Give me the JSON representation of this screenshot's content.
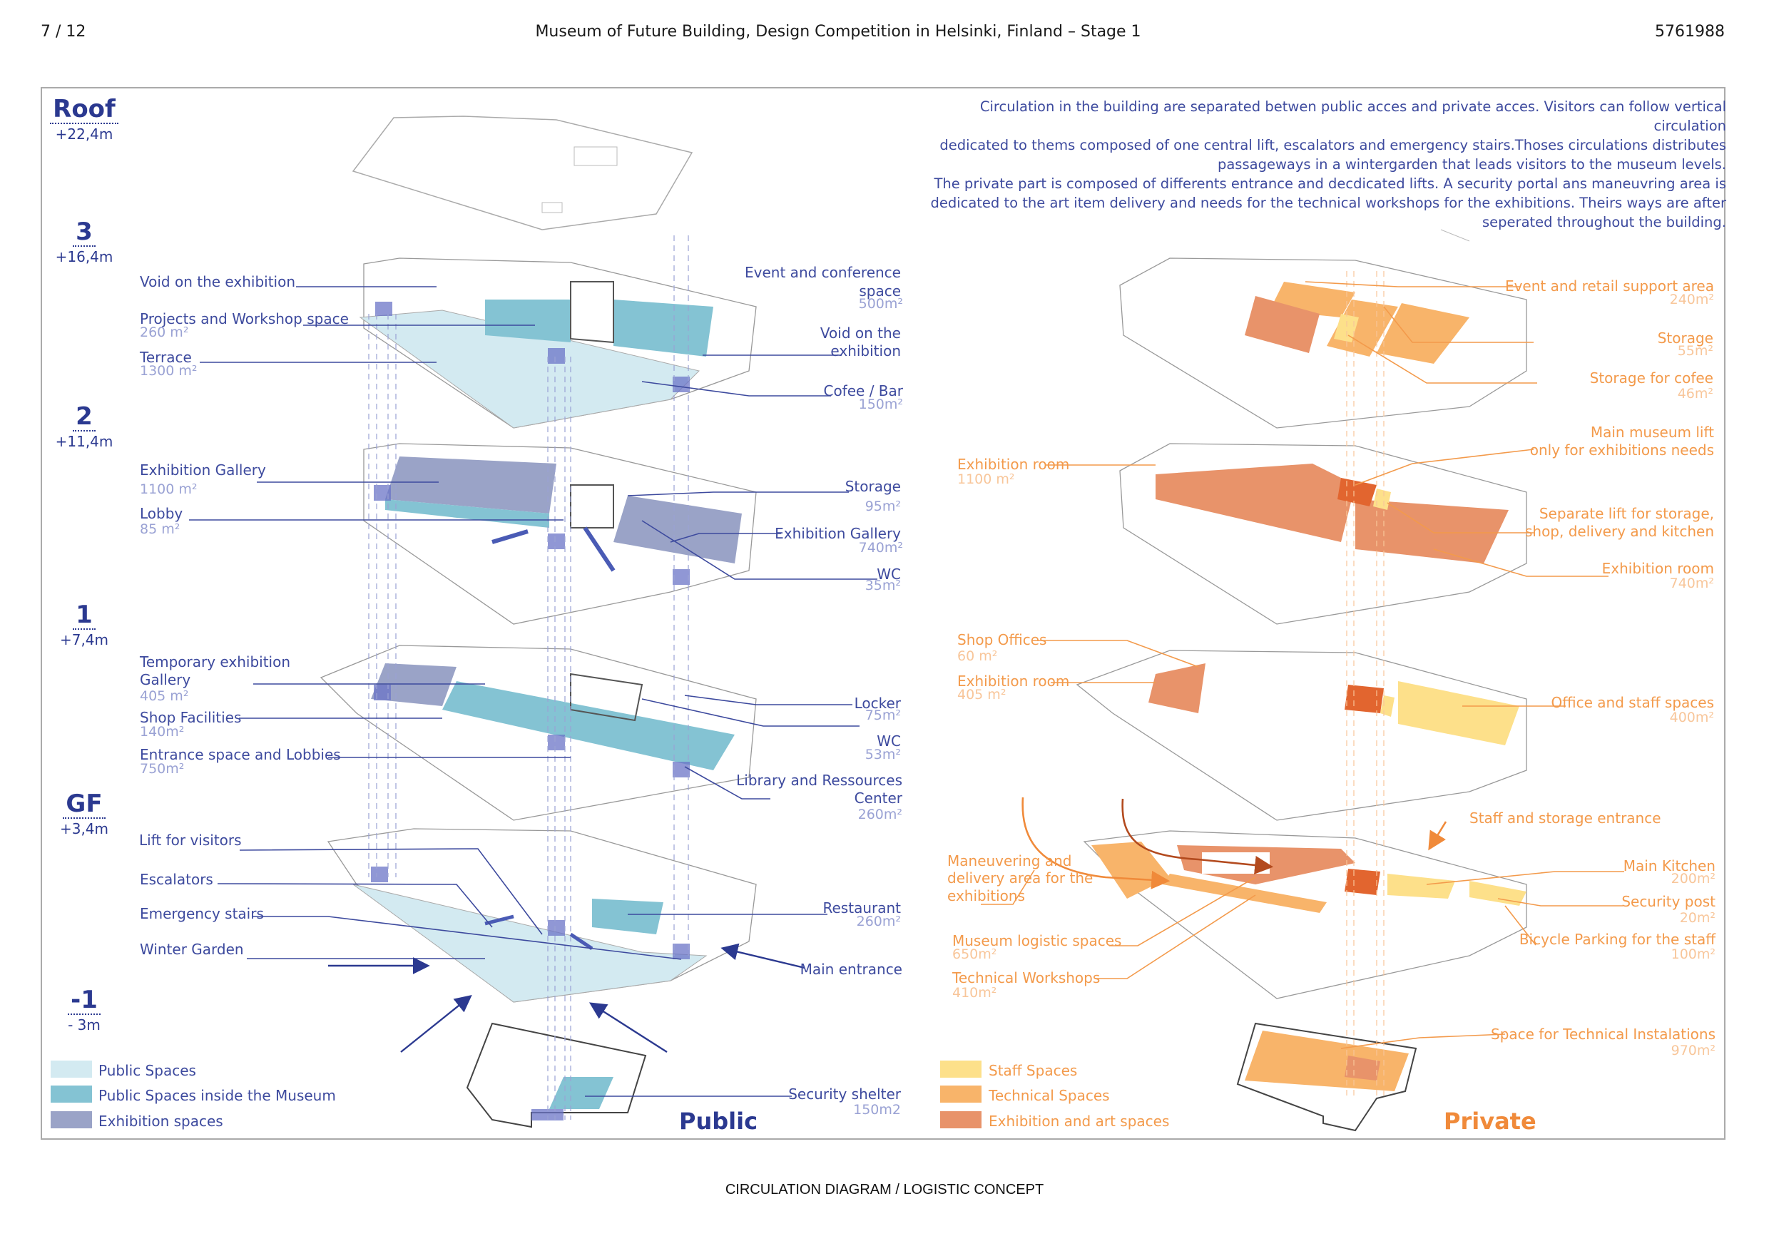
{
  "header": {
    "page": "7 / 12",
    "title": "Museum of Future Building, Design Competition in Helsinki, Finland – Stage 1",
    "id": "5761988"
  },
  "description": [
    "Circulation in the building are separated betwen public acces and private acces. Visitors can follow vertical circulation",
    "dedicated to thems composed of one central lift, escalators and  emergency stairs.Thoses circulations distributes",
    "passageways in a wintergarden  that leads visitors to the museum levels.",
    "The  private part is composed of differents entrance and decdicated lifts. A security portal ans maneuvring area is",
    "dedicated to the art item delivery and needs for the technical workshops for the exhibitions. Theirs ways are after",
    "seperated  throughout the  building."
  ],
  "levels": [
    {
      "name": "Roof",
      "elevation": "+22,4m"
    },
    {
      "name": "3",
      "elevation": "+16,4m"
    },
    {
      "name": "2",
      "elevation": "+11,4m"
    },
    {
      "name": "1",
      "elevation": "+7,4m"
    },
    {
      "name": "GF",
      "elevation": "+3,4m"
    },
    {
      "name": "-1",
      "elevation": "- 3m"
    }
  ],
  "public": {
    "title": "Public",
    "labels_left": [
      {
        "name": "Void on the exhibition",
        "area": ""
      },
      {
        "name": "Projects and Workshop space",
        "area": "260 m²"
      },
      {
        "name": "Terrace",
        "area": "1300 m²"
      },
      {
        "name": "Exhibition Gallery",
        "area": "1100 m²"
      },
      {
        "name": "Lobby",
        "area": "85 m²"
      },
      {
        "name": "Temporary exhibition",
        "name2": "Gallery",
        "area": "405 m²"
      },
      {
        "name": "Shop Facilities",
        "area": "140m²"
      },
      {
        "name": "Entrance space and Lobbies",
        "area": "750m²"
      },
      {
        "name": "Lift for visitors",
        "area": ""
      },
      {
        "name": "Escalators",
        "area": ""
      },
      {
        "name": "Emergency stairs",
        "area": ""
      },
      {
        "name": "Winter Garden",
        "area": ""
      }
    ],
    "labels_right": [
      {
        "name": "Event and conference",
        "name2": "space",
        "area": "500m²"
      },
      {
        "name": "Void on the",
        "name2": "exhibition",
        "area": ""
      },
      {
        "name": "Cofee / Bar",
        "area": "150m²"
      },
      {
        "name": "Storage",
        "area": "95m²"
      },
      {
        "name": "Exhibition Gallery",
        "area": "740m²"
      },
      {
        "name": "WC",
        "area": "35m²"
      },
      {
        "name": "Locker",
        "area": "75m²"
      },
      {
        "name": "WC",
        "area": "53m²"
      },
      {
        "name": "Library and Ressources",
        "name2": "Center",
        "area": "260m²"
      },
      {
        "name": "Restaurant",
        "area": "260m²"
      },
      {
        "name": "Main entrance",
        "area": ""
      },
      {
        "name": "Security shelter",
        "area": "150m2"
      }
    ],
    "legend": [
      {
        "label": "Public Spaces",
        "color": "#d3eaf1"
      },
      {
        "label": "Public Spaces inside the Museum",
        "color": "#84c3d3"
      },
      {
        "label": "Exhibition spaces",
        "color": "#9aa3c7"
      }
    ],
    "colors": {
      "text": "#3d4a9e",
      "area": "#9aa2d4",
      "lift": "#6b74c7"
    }
  },
  "private": {
    "title": "Private",
    "labels_left": [
      {
        "name": "Exhibition room",
        "area": "1100 m²"
      },
      {
        "name": "Shop Offices",
        "area": "60 m²"
      },
      {
        "name": "Exhibition room",
        "area": "405 m²"
      },
      {
        "name": "Maneuvering  and",
        "name2": "delivery area for the",
        "name3": "exhibitions",
        "area": ""
      },
      {
        "name": "Museum logistic spaces",
        "area": "650m²"
      },
      {
        "name": "Technical Workshops",
        "area": "410m²"
      }
    ],
    "labels_right": [
      {
        "name": "Event and retail support area",
        "area": "240m²"
      },
      {
        "name": "Storage",
        "area": "55m²"
      },
      {
        "name": "Storage for cofee",
        "area": "46m²"
      },
      {
        "name": "Main museum lift",
        "name2": "only for exhibitions needs",
        "area": ""
      },
      {
        "name": "Separate lift for storage,",
        "name2": "shop, delivery and kitchen",
        "area": ""
      },
      {
        "name": "Exhibition room",
        "area": "740m²"
      },
      {
        "name": "Office and staff spaces",
        "area": "400m²"
      },
      {
        "name": "Staff and storage entrance",
        "area": ""
      },
      {
        "name": "Main Kitchen",
        "area": "200m²"
      },
      {
        "name": "Security post",
        "area": "20m²"
      },
      {
        "name": "Bicycle Parking for the staff",
        "area": "100m²"
      },
      {
        "name": "Space for Technical Instalations",
        "area": "970m²"
      }
    ],
    "legend": [
      {
        "label": "Staff Spaces",
        "color": "#fde08a"
      },
      {
        "label": "Technical Spaces",
        "color": "#f8b46a"
      },
      {
        "label": "Exhibition and art spaces",
        "color": "#e8936a"
      }
    ],
    "colors": {
      "text": "#f39a4b",
      "area": "#f8c69a",
      "lift": "#e2652f"
    }
  },
  "footer": "CIRCULATION DIAGRAM / LOGISTIC CONCEPT"
}
